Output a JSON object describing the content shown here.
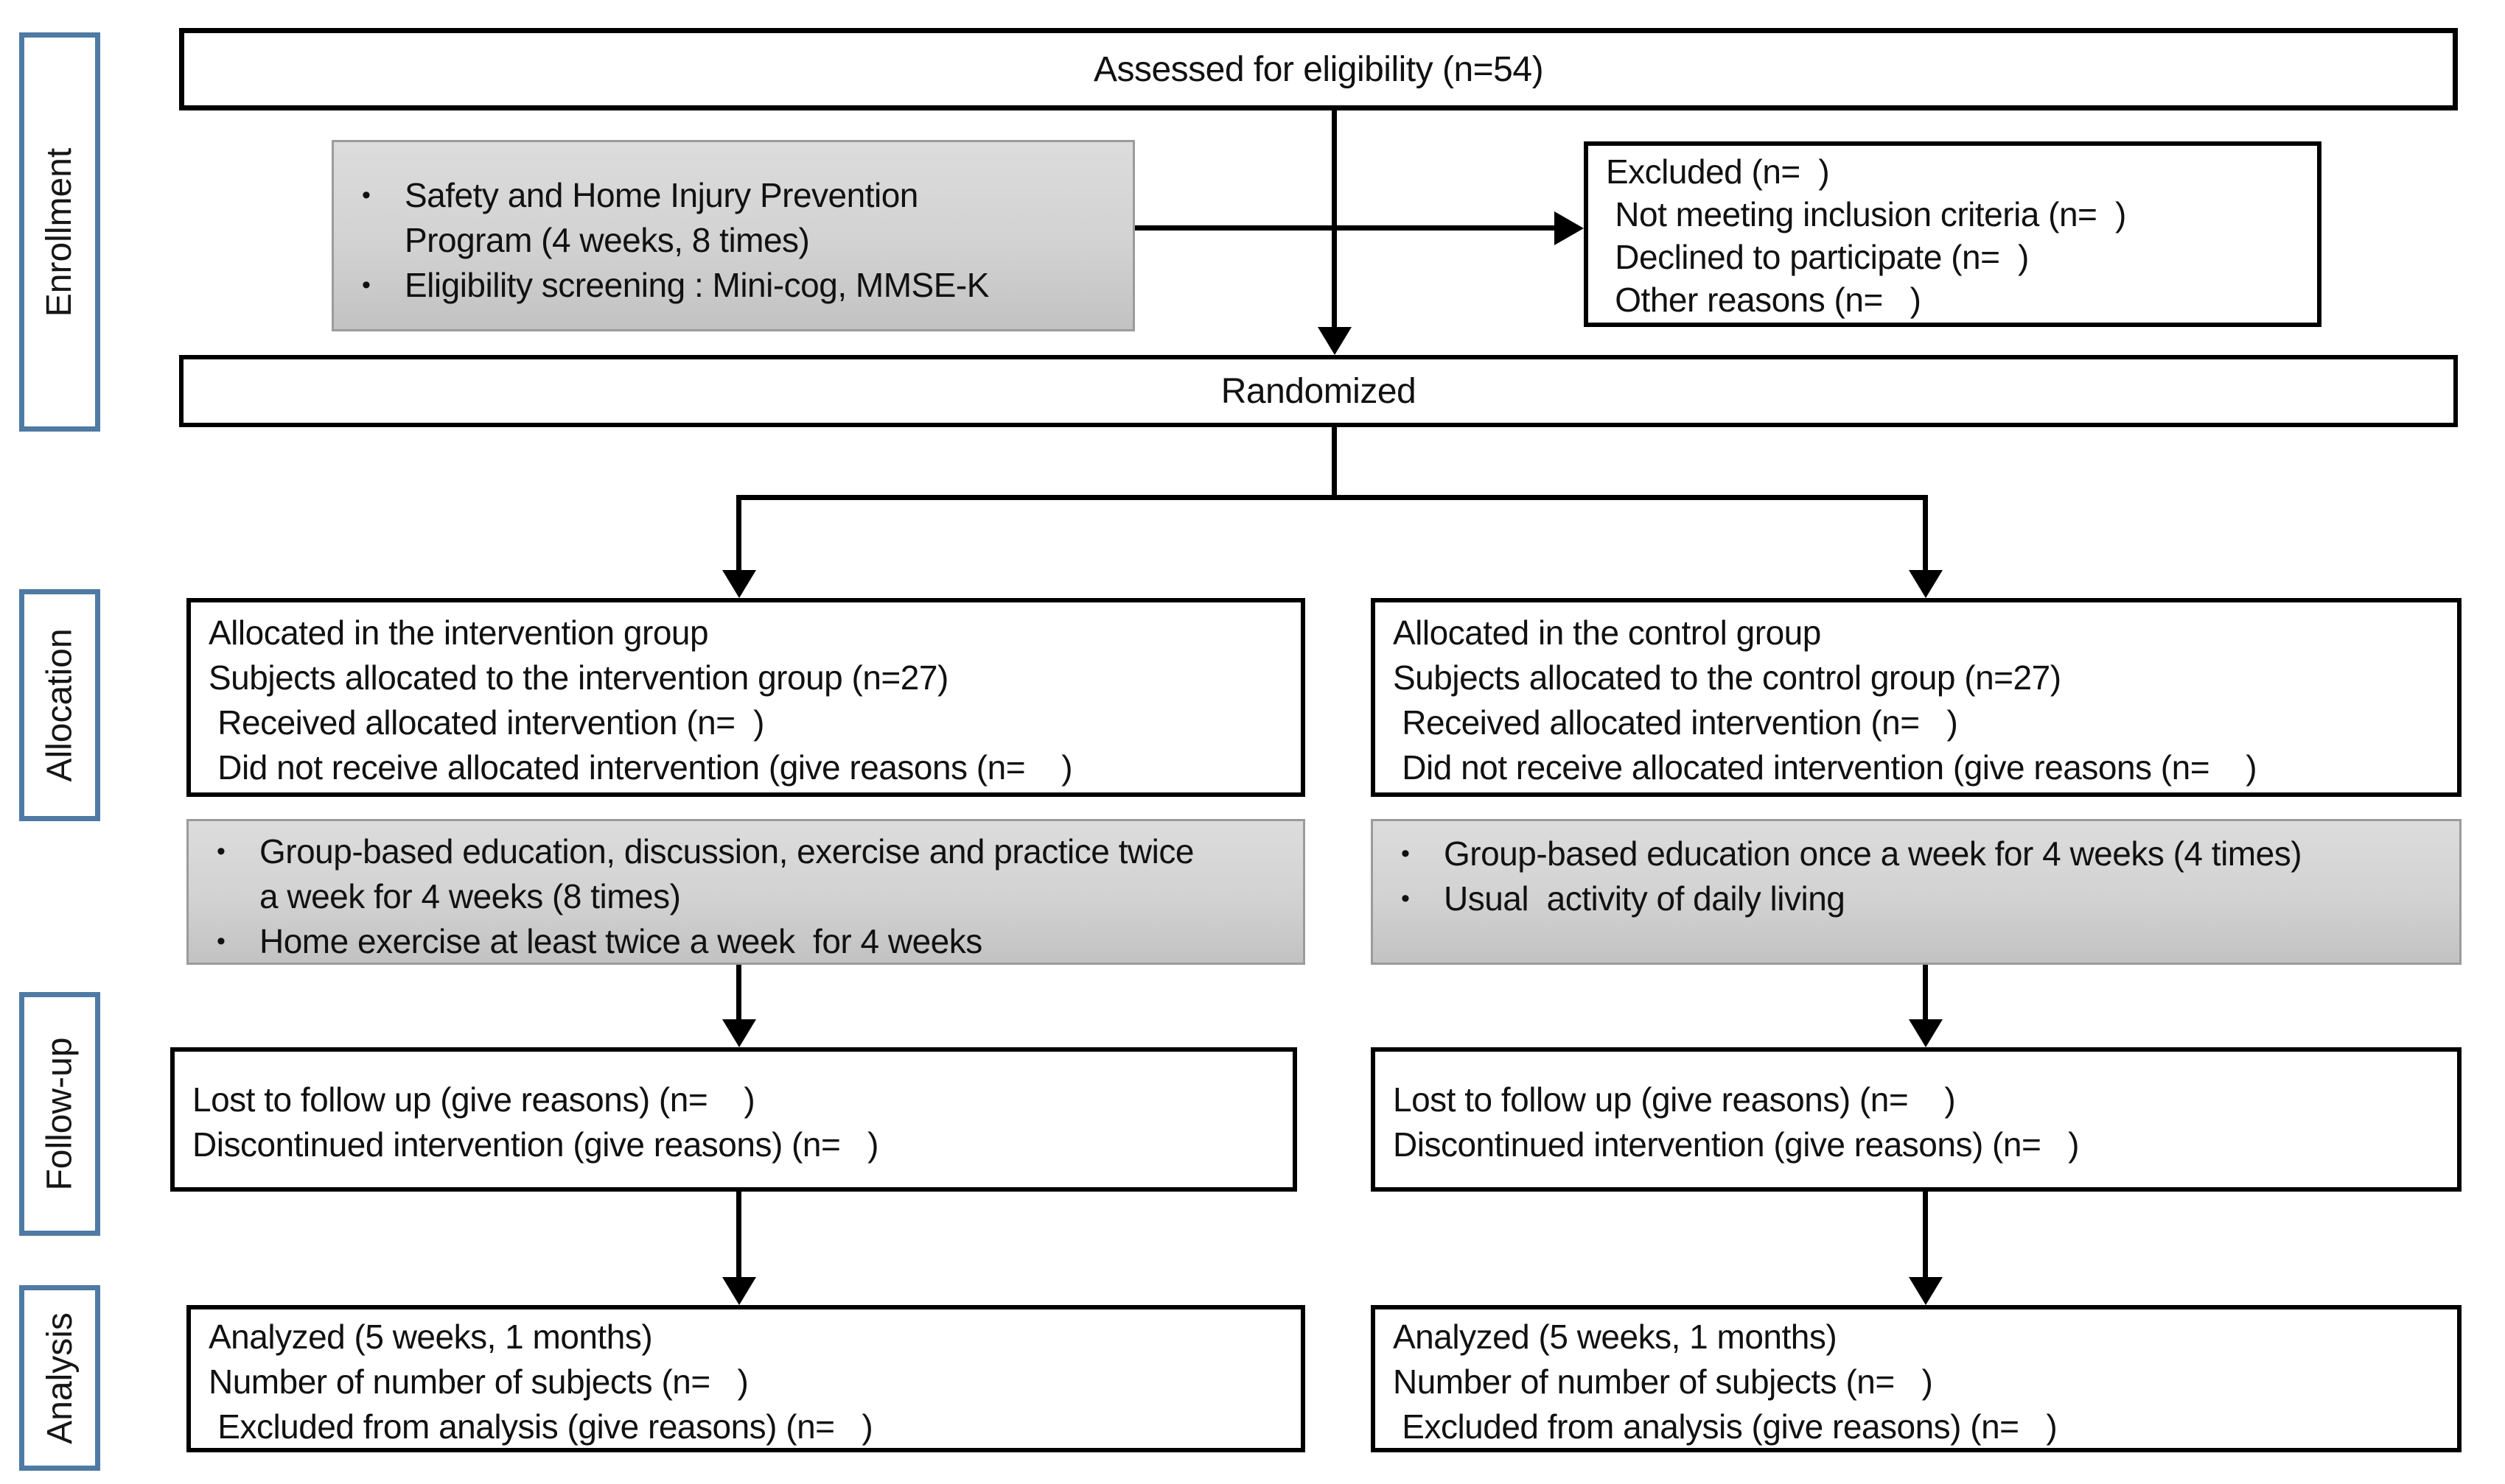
{
  "diagram_title": "CONSORT participant flow diagram",
  "glyphs": {
    "bullet": "•"
  },
  "colors": {
    "stage_border": "#4e7aa3",
    "box_border": "#000000",
    "gray_note_top": "#dcdcdc",
    "gray_note_bottom": "#c2c2c2",
    "background": "#ffffff"
  },
  "stages": [
    {
      "label": "Enrollment"
    },
    {
      "label": "Allocation"
    },
    {
      "label": "Follow-up"
    },
    {
      "label": "Analysis"
    }
  ],
  "boxes": {
    "assessed": {
      "text": "Assessed for eligibility (n=54)"
    },
    "randomized": {
      "text": "Randomized"
    },
    "program_note": {
      "bullets": [
        "Safety and Home Injury Prevention Program (4 weeks, 8 times)",
        "Eligibility screening : Mini-cog, MMSE-K"
      ]
    },
    "excluded": {
      "lines": [
        "Excluded (n=  )",
        " Not meeting inclusion criteria (n=  )",
        " Declined to participate (n=  )",
        " Other reasons (n=   )"
      ]
    },
    "alloc_intervention": {
      "lines": [
        "Allocated in the intervention group",
        "Subjects allocated to the intervention group (n=27)",
        " Received allocated intervention (n=  )",
        " Did not receive allocated intervention (give reasons (n=    )"
      ]
    },
    "alloc_control": {
      "lines": [
        "Allocated in the control group",
        "Subjects allocated to the control group (n=27)",
        " Received allocated intervention (n=   )",
        " Did not receive allocated intervention (give reasons (n=    )"
      ]
    },
    "intervention_detail": {
      "bullets": [
        "Group-based education, discussion, exercise and practice twice a week for 4 weeks (8 times)",
        "Home exercise at least twice a week  for 4 weeks"
      ]
    },
    "control_detail": {
      "bullets": [
        "Group-based education once a week for 4 weeks (4 times)",
        "Usual  activity of daily living"
      ]
    },
    "followup_intervention": {
      "lines": [
        "Lost to follow up (give reasons) (n=    )",
        "Discontinued intervention (give reasons) (n=   )"
      ]
    },
    "followup_control": {
      "lines": [
        "Lost to follow up (give reasons) (n=    )",
        "Discontinued intervention (give reasons) (n=   )"
      ]
    },
    "analysis_intervention": {
      "lines": [
        "Analyzed (5 weeks, 1 months)",
        "Number of number of subjects (n=   )",
        " Excluded from analysis (give reasons) (n=   )"
      ]
    },
    "analysis_control": {
      "lines": [
        "Analyzed (5 weeks, 1 months)",
        "Number of number of subjects (n=   )",
        " Excluded from analysis (give reasons) (n=   )"
      ]
    }
  }
}
